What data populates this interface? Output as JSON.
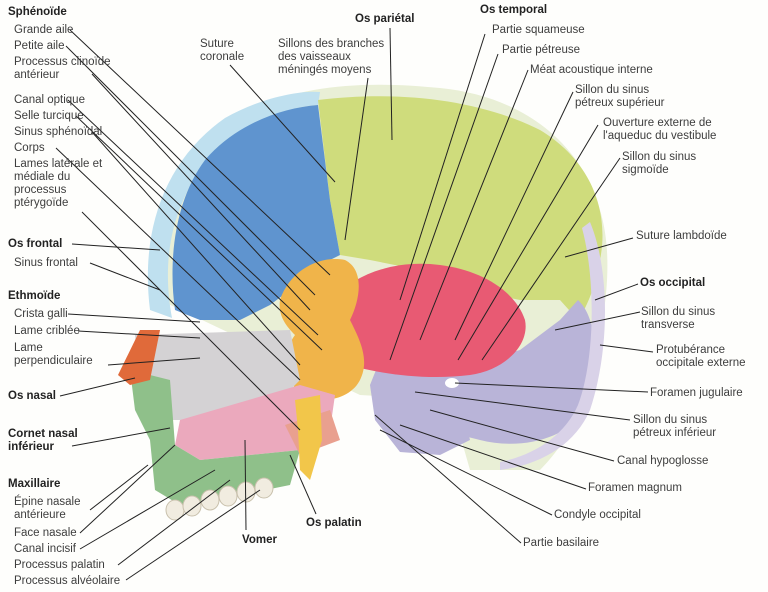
{
  "figure": {
    "title": "Crâne — coupe sagittale, vue médiale",
    "colors": {
      "frontal": "#5f94cf",
      "parietal": "#cfdc7c",
      "temporal": "#e85a73",
      "sphenoid": "#f0b44a",
      "occipital": "#b9b4d8",
      "ethmoid": "#d4d2d4",
      "vomer": "#eba9bd",
      "maxilla": "#8fc08a",
      "nasal": "#e06a3a",
      "palatine": "#e9a08f",
      "diploe": "#bfe0ef"
    }
  },
  "labels": {
    "sphenoide": {
      "header": "Sphénoïde",
      "items": [
        "Grande aile",
        "Petite aile",
        "Processus clinoïde\nantérieur",
        "Canal optique",
        "Selle turcique",
        "Sinus sphénoïdal",
        "Corps",
        "Lames latérale et\nmédiale du\nprocessus\nptérygoïde"
      ]
    },
    "frontal": {
      "header": "Os frontal",
      "items": [
        "Sinus frontal"
      ]
    },
    "ethmoide": {
      "header": "Ethmoïde",
      "items": [
        "Crista galli",
        "Lame criblée",
        "Lame\nperpendiculaire"
      ]
    },
    "nasal": {
      "header": "Os nasal"
    },
    "cornet": {
      "header": "Cornet nasal\ninférieur"
    },
    "maxillaire": {
      "header": "Maxillaire",
      "items": [
        "Épine nasale\nantérieure",
        "Face nasale",
        "Canal incisif",
        "Processus palatin",
        "Processus alvéolaire"
      ]
    },
    "top": {
      "suture_coronale": "Suture\ncoronale",
      "sillons": "Sillons des branches\ndes vaisseaux\nméningés moyens",
      "parietal": "Os pariétal"
    },
    "temporal": {
      "header": "Os temporal",
      "items": [
        "Partie squameuse",
        "Partie pétreuse",
        "Méat acoustique interne",
        "Sillon du sinus\npétreux supérieur",
        "Ouverture externe de\nl'aqueduc du vestibule",
        "Sillon du sinus\nsigmoïde"
      ]
    },
    "right": {
      "suture_lambdoide": "Suture lambdoïde",
      "occipital": "Os occipital",
      "sillon_transverse": "Sillon du sinus\ntransverse",
      "protuberance": "Protubérance\noccipitale externe",
      "foramen_jugulaire": "Foramen jugulaire",
      "sillon_petreux_inf": "Sillon du sinus\npétreux inférieur",
      "canal_hypoglosse": "Canal hypoglosse",
      "foramen_magnum": "Foramen magnum",
      "condyle": "Condyle occipital",
      "partie_basilaire": "Partie basilaire"
    },
    "bottom": {
      "vomer": "Vomer",
      "palatin": "Os palatin"
    }
  }
}
